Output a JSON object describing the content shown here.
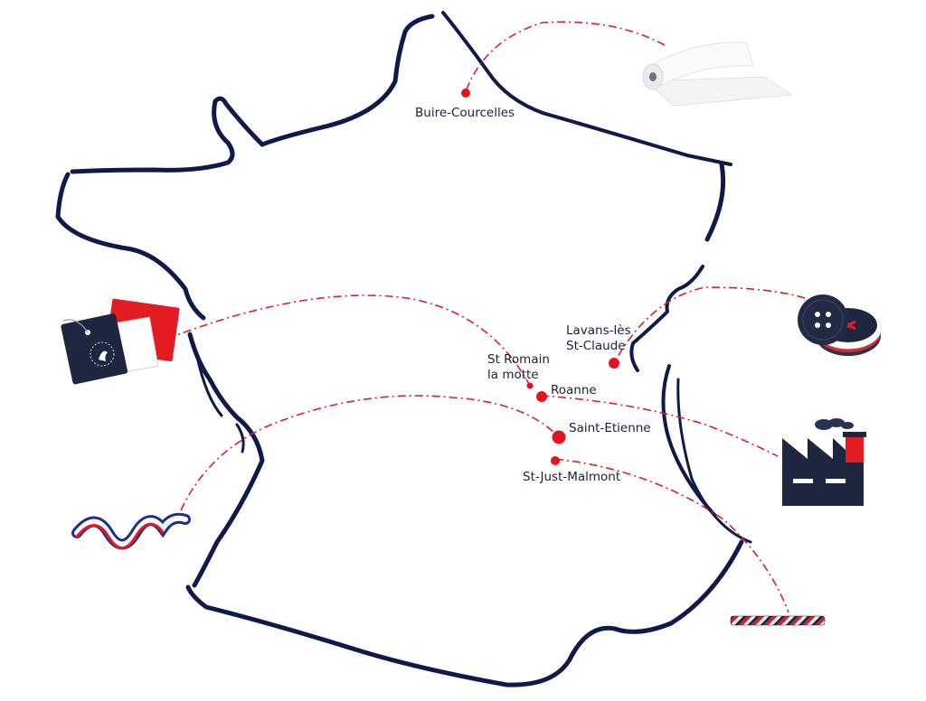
{
  "colors": {
    "outline": "#0f1a4a",
    "route": "#d9202e",
    "dot": "#e4141f",
    "navy": "#1f2740",
    "red": "#e31b23",
    "white": "#ffffff",
    "label": "#1a1f3a"
  },
  "cities": [
    {
      "id": "buire-courcelles",
      "lines": [
        "Buire-Courcelles"
      ]
    },
    {
      "id": "lavans-les-st-claude",
      "lines": [
        "Lavans-lès",
        "St-Claude"
      ]
    },
    {
      "id": "st-romain-la-motte",
      "lines": [
        "St Romain",
        "la motte"
      ]
    },
    {
      "id": "roanne",
      "lines": [
        "Roanne"
      ]
    },
    {
      "id": "saint-etienne",
      "lines": [
        "Saint-Etienne"
      ]
    },
    {
      "id": "st-just-malmont",
      "lines": [
        "St-Just-Malmont"
      ]
    }
  ],
  "icons": [
    {
      "id": "fabric-roll",
      "name": "fabric-roll-icon"
    },
    {
      "id": "label-tags",
      "name": "label-tags-icon"
    },
    {
      "id": "buttons",
      "name": "button-icon"
    },
    {
      "id": "factory",
      "name": "factory-icon"
    },
    {
      "id": "ribbon",
      "name": "tricolor-ribbon-icon"
    },
    {
      "id": "piping",
      "name": "piping-trim-icon"
    }
  ]
}
